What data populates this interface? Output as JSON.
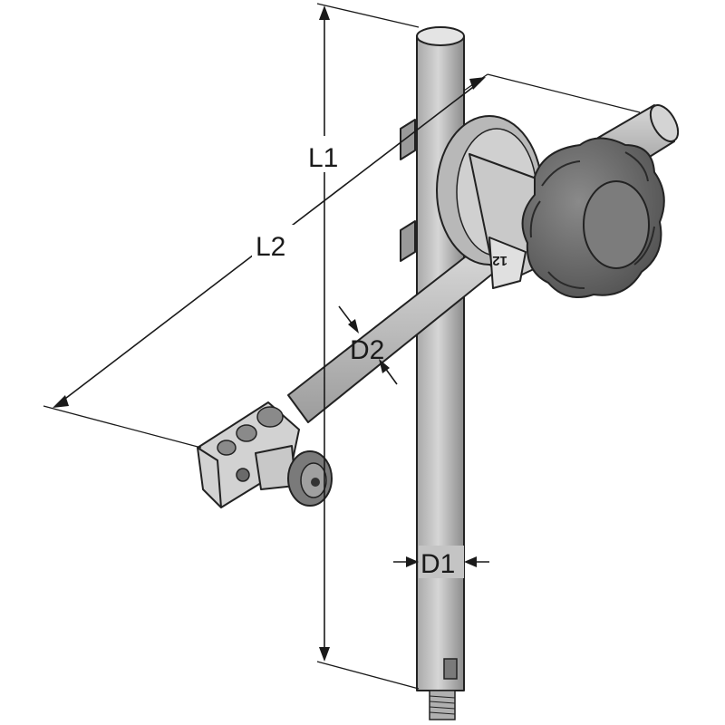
{
  "diagram": {
    "labels": {
      "l1": "L1",
      "l2": "L2",
      "d1": "D1",
      "d2": "D2"
    },
    "marking": "12",
    "colors": {
      "rod": "#c4c4c4",
      "rod_shade": "#9a9a9a",
      "knob": "#6f6f6f",
      "knob_dark": "#4a4a4a",
      "line": "#1a1a1a"
    }
  }
}
